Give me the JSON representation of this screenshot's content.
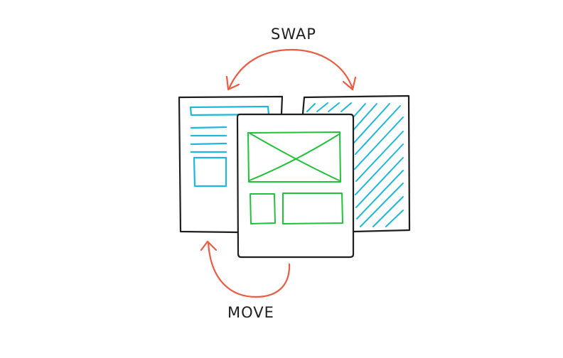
{
  "labels": {
    "swap": "SWAP",
    "move": "MOVE"
  },
  "colors": {
    "frame": "#1e1e1e",
    "text_layout": "#1fb6dc",
    "hatched_layout": "#1fb6dc",
    "media_layout": "#22c13a",
    "arrows": "#ea5b44",
    "background": "#ffffff"
  },
  "icons": {
    "swap_arrow": "curved-double-arrow",
    "move_arrow": "curved-arrow",
    "image_placeholder": "crossed-box"
  }
}
